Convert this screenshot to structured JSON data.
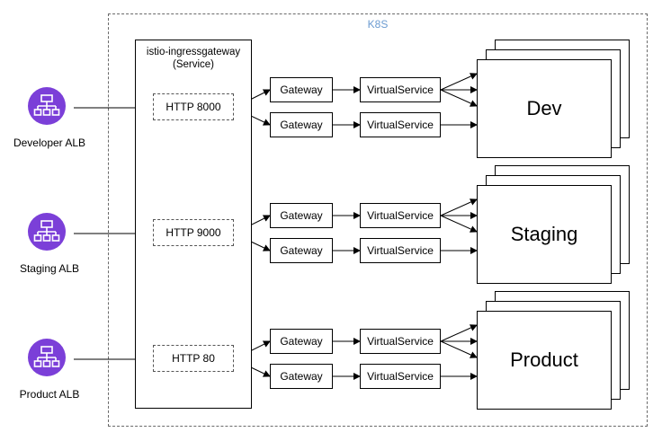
{
  "cluster": {
    "label": "K8S"
  },
  "service": {
    "title": "istio-ingressgateway",
    "subtitle": "(Service)"
  },
  "albs": [
    {
      "label": "Developer ALB",
      "icon": "load-balancer-icon"
    },
    {
      "label": "Staging ALB",
      "icon": "load-balancer-icon"
    },
    {
      "label": "Product ALB",
      "icon": "load-balancer-icon"
    }
  ],
  "ports": [
    "HTTP 8000",
    "HTTP 9000",
    "HTTP 80"
  ],
  "gateway_label": "Gateway",
  "virtualservice_label": "VirtualService",
  "environments": [
    "Dev",
    "Staging",
    "Product"
  ],
  "colors": {
    "alb_accent": "#7b3fd8",
    "cluster_label": "#6b9bd1"
  }
}
